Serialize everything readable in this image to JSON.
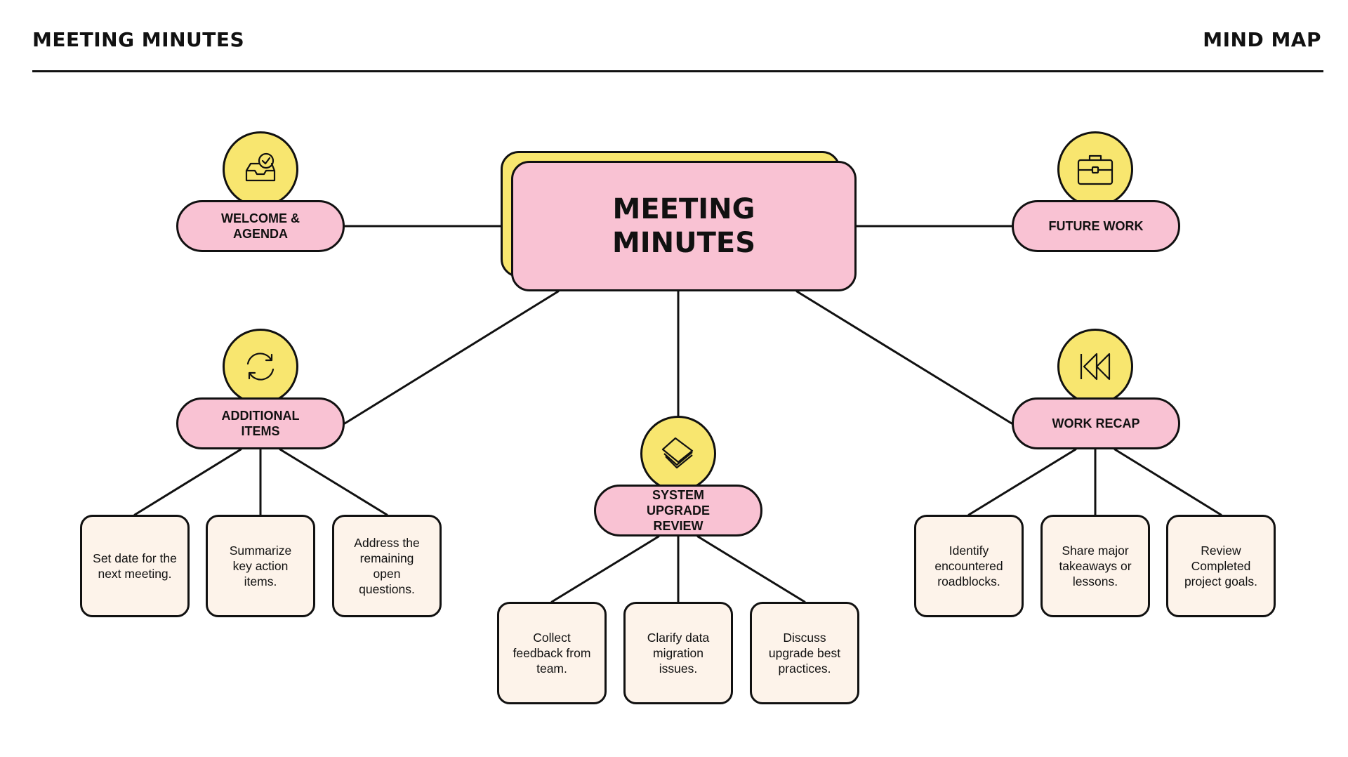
{
  "header": {
    "title_left": "MEETING MINUTES",
    "title_right": "MIND MAP"
  },
  "central": {
    "label": "MEETING MINUTES"
  },
  "topics": {
    "welcome": {
      "label": "WELCOME & AGENDA",
      "icon": "inbox-check-icon"
    },
    "future": {
      "label": "FUTURE WORK",
      "icon": "briefcase-icon"
    },
    "additional": {
      "label": "ADDITIONAL ITEMS",
      "icon": "refresh-icon"
    },
    "system": {
      "label": "SYSTEM UPGRADE REVIEW",
      "icon": "stacked-papers-icon"
    },
    "recap": {
      "label": "WORK RECAP",
      "icon": "rewind-icon"
    }
  },
  "leaves": {
    "additional": [
      "Set date for the next meeting.",
      "Summarize key action items.",
      "Address the remaining open questions."
    ],
    "system": [
      "Collect feedback from team.",
      "Clarify data migration issues.",
      "Discuss upgrade best practices."
    ],
    "recap": [
      "Identify encountered roadblocks.",
      "Share major takeaways or lessons.",
      "Review Completed project goals."
    ]
  },
  "colors": {
    "pink": "#f9c2d3",
    "yellow": "#f8e66f",
    "cream": "#fdf3ea",
    "ink": "#111111"
  }
}
